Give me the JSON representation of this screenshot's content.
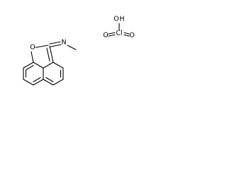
{
  "molecule": {
    "name": "",
    "atoms": {
      "ring_oxygen": "O",
      "imine_nitrogen": "N",
      "perchlorate_chlorine": "Cl",
      "perchlorate_oxygen_top": "O",
      "perchlorate_hydroxyl_hydrogen": "H",
      "perchlorate_oxygen_left": "O",
      "perchlorate_oxygen_right": "O"
    }
  }
}
